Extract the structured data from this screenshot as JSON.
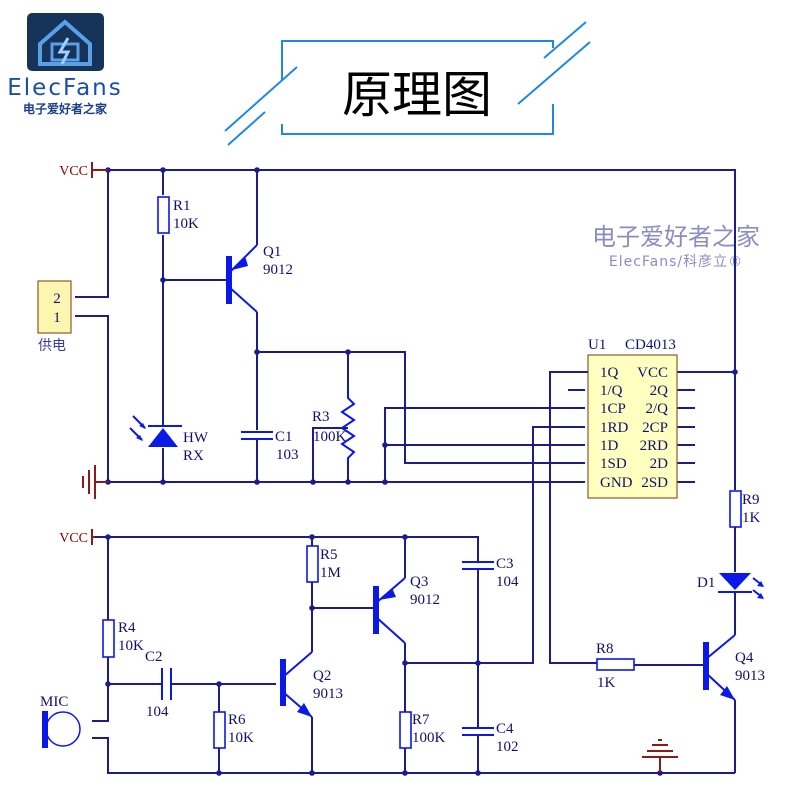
{
  "logo": {
    "brand": "ElecFans",
    "tagline": "电子爱好者之家"
  },
  "title": "原理图",
  "watermark": {
    "line1": "电子爱好者之家",
    "line2": "ElecFans/科彦立®"
  },
  "power": {
    "vcc_top": "VCC",
    "vcc_bottom": "VCC"
  },
  "connector": {
    "pin2": "2",
    "pin1": "1",
    "label": "供电"
  },
  "components": {
    "R1": {
      "ref": "R1",
      "value": "10K"
    },
    "Q1": {
      "ref": "Q1",
      "value": "9012"
    },
    "HW": {
      "ref": "HW",
      "value": "RX"
    },
    "C1": {
      "ref": "C1",
      "value": "103"
    },
    "R3": {
      "ref": "R3",
      "value": "100K"
    },
    "R4": {
      "ref": "R4",
      "value": "10K"
    },
    "C2": {
      "ref": "C2",
      "value": "104"
    },
    "R5": {
      "ref": "R5",
      "value": "1M"
    },
    "R6": {
      "ref": "R6",
      "value": "10K"
    },
    "Q2": {
      "ref": "Q2",
      "value": "9013"
    },
    "Q3": {
      "ref": "Q3",
      "value": "9012"
    },
    "R7": {
      "ref": "R7",
      "value": "100K"
    },
    "C3": {
      "ref": "C3",
      "value": "104"
    },
    "C4": {
      "ref": "C4",
      "value": "102"
    },
    "R8": {
      "ref": "R8",
      "value": "1K"
    },
    "R9": {
      "ref": "R9",
      "value": "1K"
    },
    "D1": {
      "ref": "D1"
    },
    "Q4": {
      "ref": "Q4",
      "value": "9013"
    },
    "MIC": {
      "ref": "MIC"
    }
  },
  "ic": {
    "ref": "U1",
    "part": "CD4013",
    "left_pins": [
      "1Q",
      "1/Q",
      "1CP",
      "1RD",
      "1D",
      "1SD",
      "GND"
    ],
    "right_pins": [
      "VCC",
      "2Q",
      "2/Q",
      "2CP",
      "2RD",
      "2D",
      "2SD"
    ]
  },
  "colors": {
    "wire": "#1c1c8c",
    "symbol": "#0a18e8",
    "power_label": "#8b0000",
    "ic_fill": "#ffffc0",
    "title_frame": "#1e88e5"
  }
}
